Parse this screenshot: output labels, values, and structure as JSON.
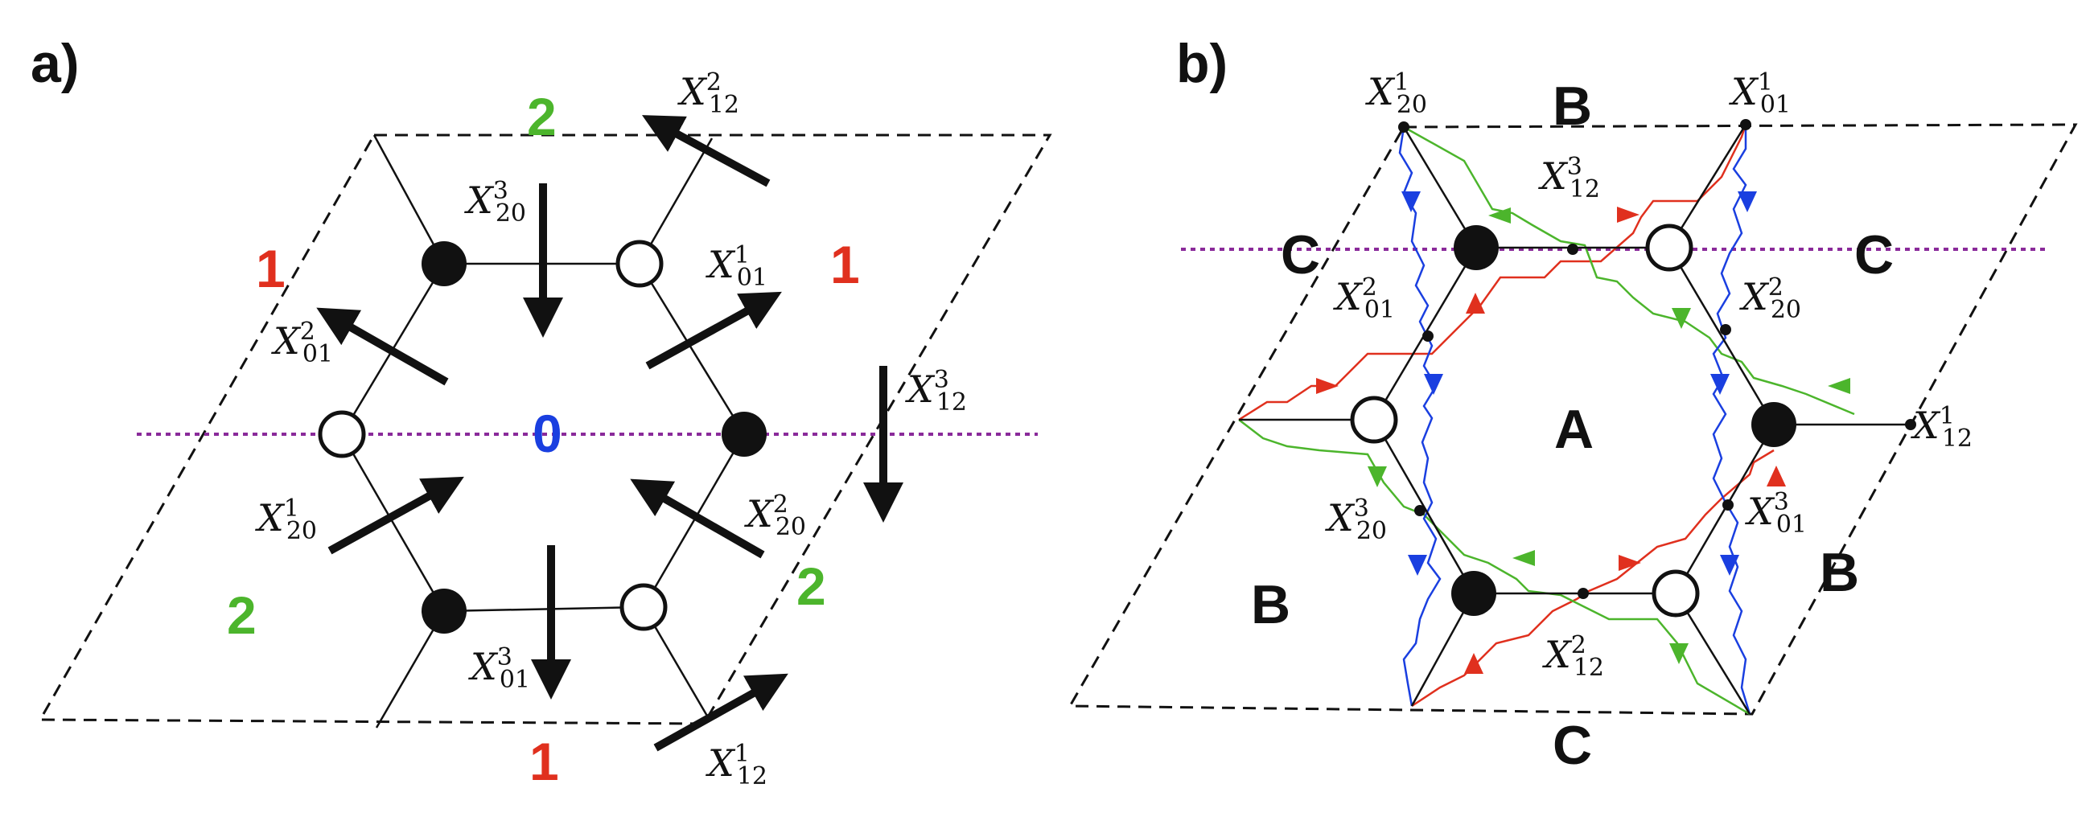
{
  "panels": {
    "a": {
      "label": "a)",
      "regions": [
        {
          "text": "0",
          "color": "#1a3fe0"
        },
        {
          "text": "1",
          "color": "#e0301e"
        },
        {
          "text": "1",
          "color": "#e0301e"
        },
        {
          "text": "1",
          "color": "#e0301e"
        },
        {
          "text": "2",
          "color": "#4cb52c"
        },
        {
          "text": "2",
          "color": "#4cb52c"
        },
        {
          "text": "2",
          "color": "#4cb52c"
        }
      ],
      "operators": [
        {
          "base": "X",
          "sub": "12",
          "sup": "2"
        },
        {
          "base": "X",
          "sub": "20",
          "sup": "3"
        },
        {
          "base": "X",
          "sub": "01",
          "sup": "1"
        },
        {
          "base": "X",
          "sub": "01",
          "sup": "2"
        },
        {
          "base": "X",
          "sub": "12",
          "sup": "3"
        },
        {
          "base": "X",
          "sub": "20",
          "sup": "1"
        },
        {
          "base": "X",
          "sub": "20",
          "sup": "2"
        },
        {
          "base": "X",
          "sub": "01",
          "sup": "3"
        },
        {
          "base": "X",
          "sub": "12",
          "sup": "1"
        }
      ]
    },
    "b": {
      "label": "b)",
      "regions": [
        {
          "text": "A"
        },
        {
          "text": "B"
        },
        {
          "text": "B"
        },
        {
          "text": "B"
        },
        {
          "text": "C"
        },
        {
          "text": "C"
        },
        {
          "text": "C"
        }
      ],
      "operators": [
        {
          "base": "X",
          "sub": "20",
          "sup": "1"
        },
        {
          "base": "X",
          "sub": "01",
          "sup": "1"
        },
        {
          "base": "X",
          "sub": "12",
          "sup": "3"
        },
        {
          "base": "X",
          "sub": "01",
          "sup": "2"
        },
        {
          "base": "X",
          "sub": "20",
          "sup": "2"
        },
        {
          "base": "X",
          "sub": "12",
          "sup": "1"
        },
        {
          "base": "X",
          "sub": "20",
          "sup": "3"
        },
        {
          "base": "X",
          "sub": "01",
          "sup": "3"
        },
        {
          "base": "X",
          "sub": "12",
          "sup": "2"
        }
      ]
    }
  },
  "colors": {
    "red": "#e0301e",
    "green": "#4cb52c",
    "blue": "#1a3fe0",
    "purple": "#8a2a9a",
    "black": "#111111"
  }
}
